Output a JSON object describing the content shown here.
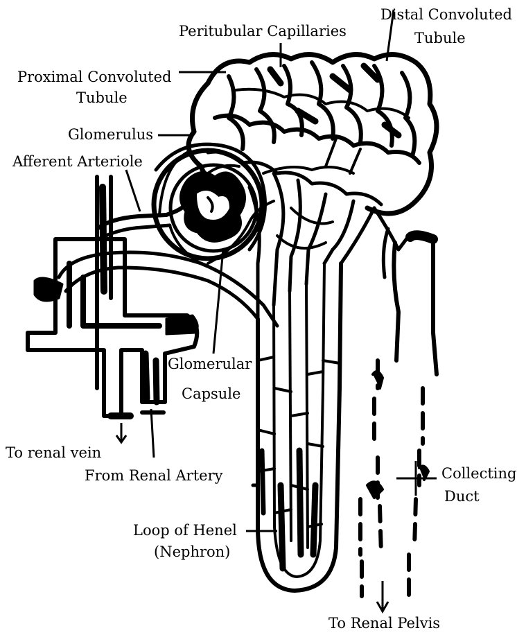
{
  "labels": {
    "peritubular_capillaries": "Peritubular Capillaries",
    "distal_convoluted_tubule_line1": "Distal Convoluted",
    "distal_convoluted_tubule_line2": "Tubule",
    "proximal_convoluted_tubule_line1": "Proximal Convoluted",
    "proximal_convoluted_tubule_line2": "Tubule",
    "glomerulus": "Glomerulus",
    "afferent_arteriole": "Afferent Arteriole",
    "glomerular_capsule_line1": "Glomerular",
    "glomerular_capsule_line2": "Capsule",
    "to_renal_vein": "To renal vein",
    "from_renal_artery": "From Renal Artery",
    "collecting_duct_line1": "Collecting",
    "collecting_duct_line2": "Duct",
    "loop_of_henle_line1": "Loop of Henel",
    "loop_of_henle_line2": "(Nephron)",
    "to_renal_pelvis": "To Renal Pelvis"
  },
  "colors": {
    "ink": "#000000",
    "paper": "#ffffff"
  }
}
